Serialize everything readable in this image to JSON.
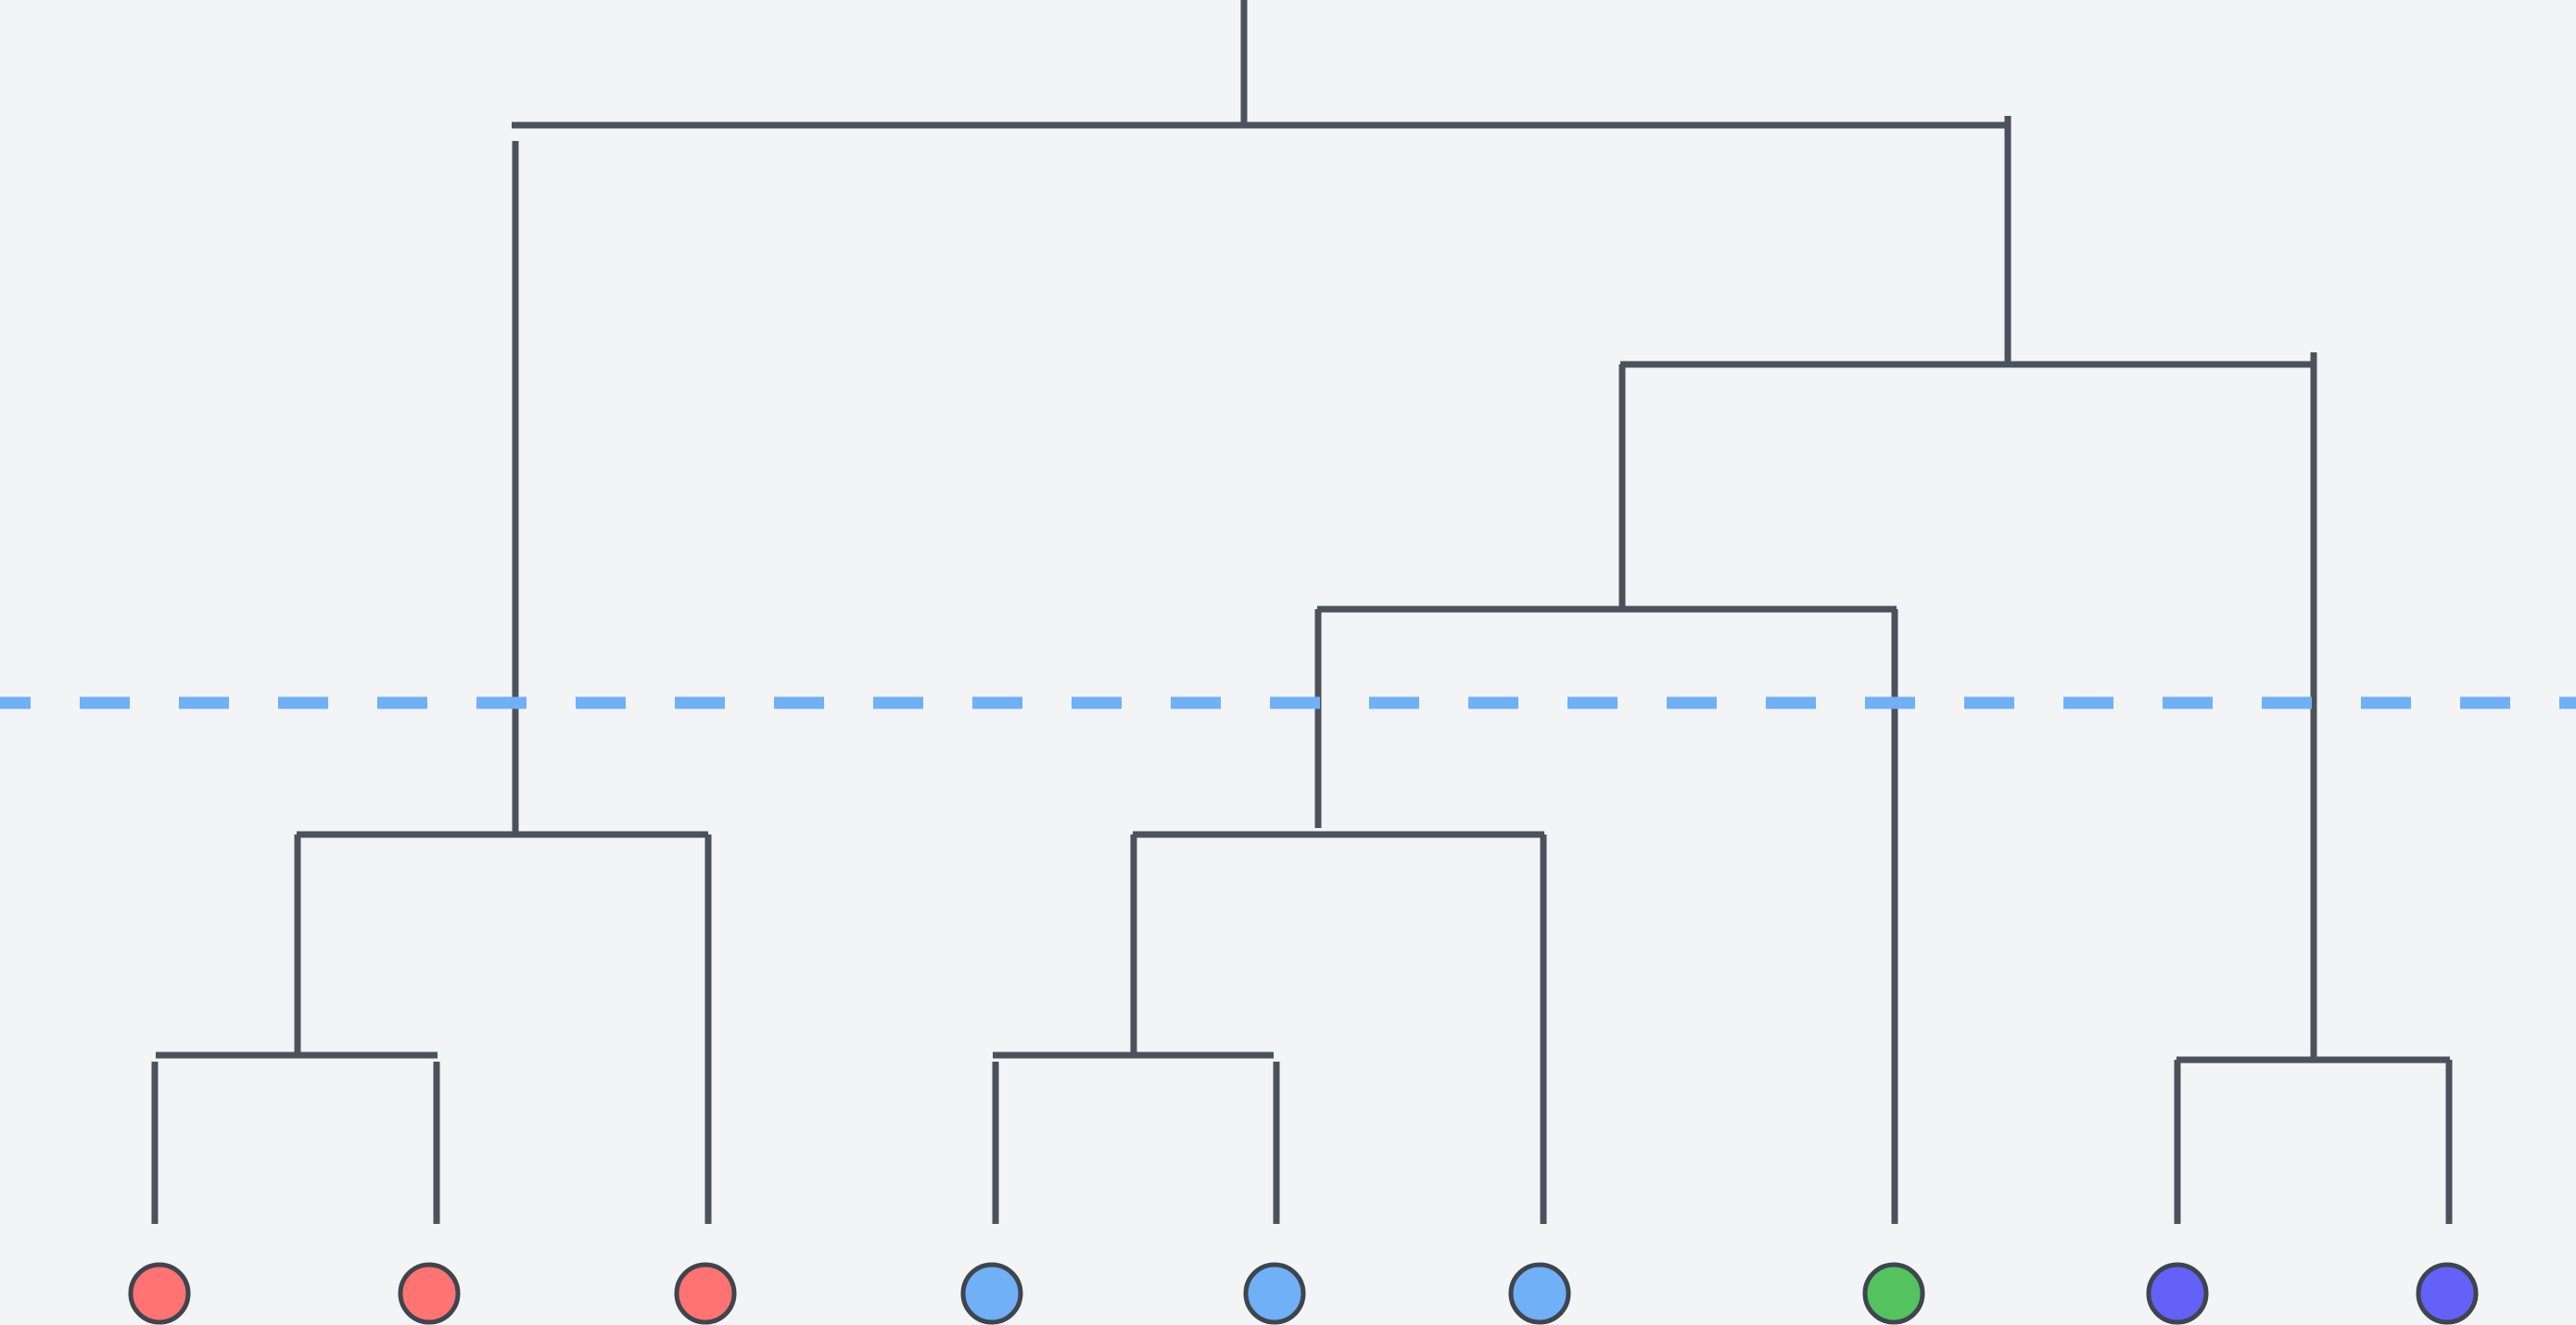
{
  "colors": {
    "background": "#f2f4f6",
    "branch": "#4b525b",
    "cut_line": "#6fb0f7",
    "leaf_outline": "#3f454d"
  },
  "diagram": {
    "type": "dendrogram",
    "cut_line_style": "dashed",
    "leaves": [
      {
        "cluster": "red",
        "color": "#ff7373"
      },
      {
        "cluster": "red",
        "color": "#ff7373"
      },
      {
        "cluster": "red",
        "color": "#ff7373"
      },
      {
        "cluster": "blue",
        "color": "#6fb0f7"
      },
      {
        "cluster": "blue",
        "color": "#6fb0f7"
      },
      {
        "cluster": "blue",
        "color": "#6fb0f7"
      },
      {
        "cluster": "green",
        "color": "#52c35e"
      },
      {
        "cluster": "purple",
        "color": "#6361f7"
      },
      {
        "cluster": "purple",
        "color": "#6361f7"
      }
    ]
  }
}
